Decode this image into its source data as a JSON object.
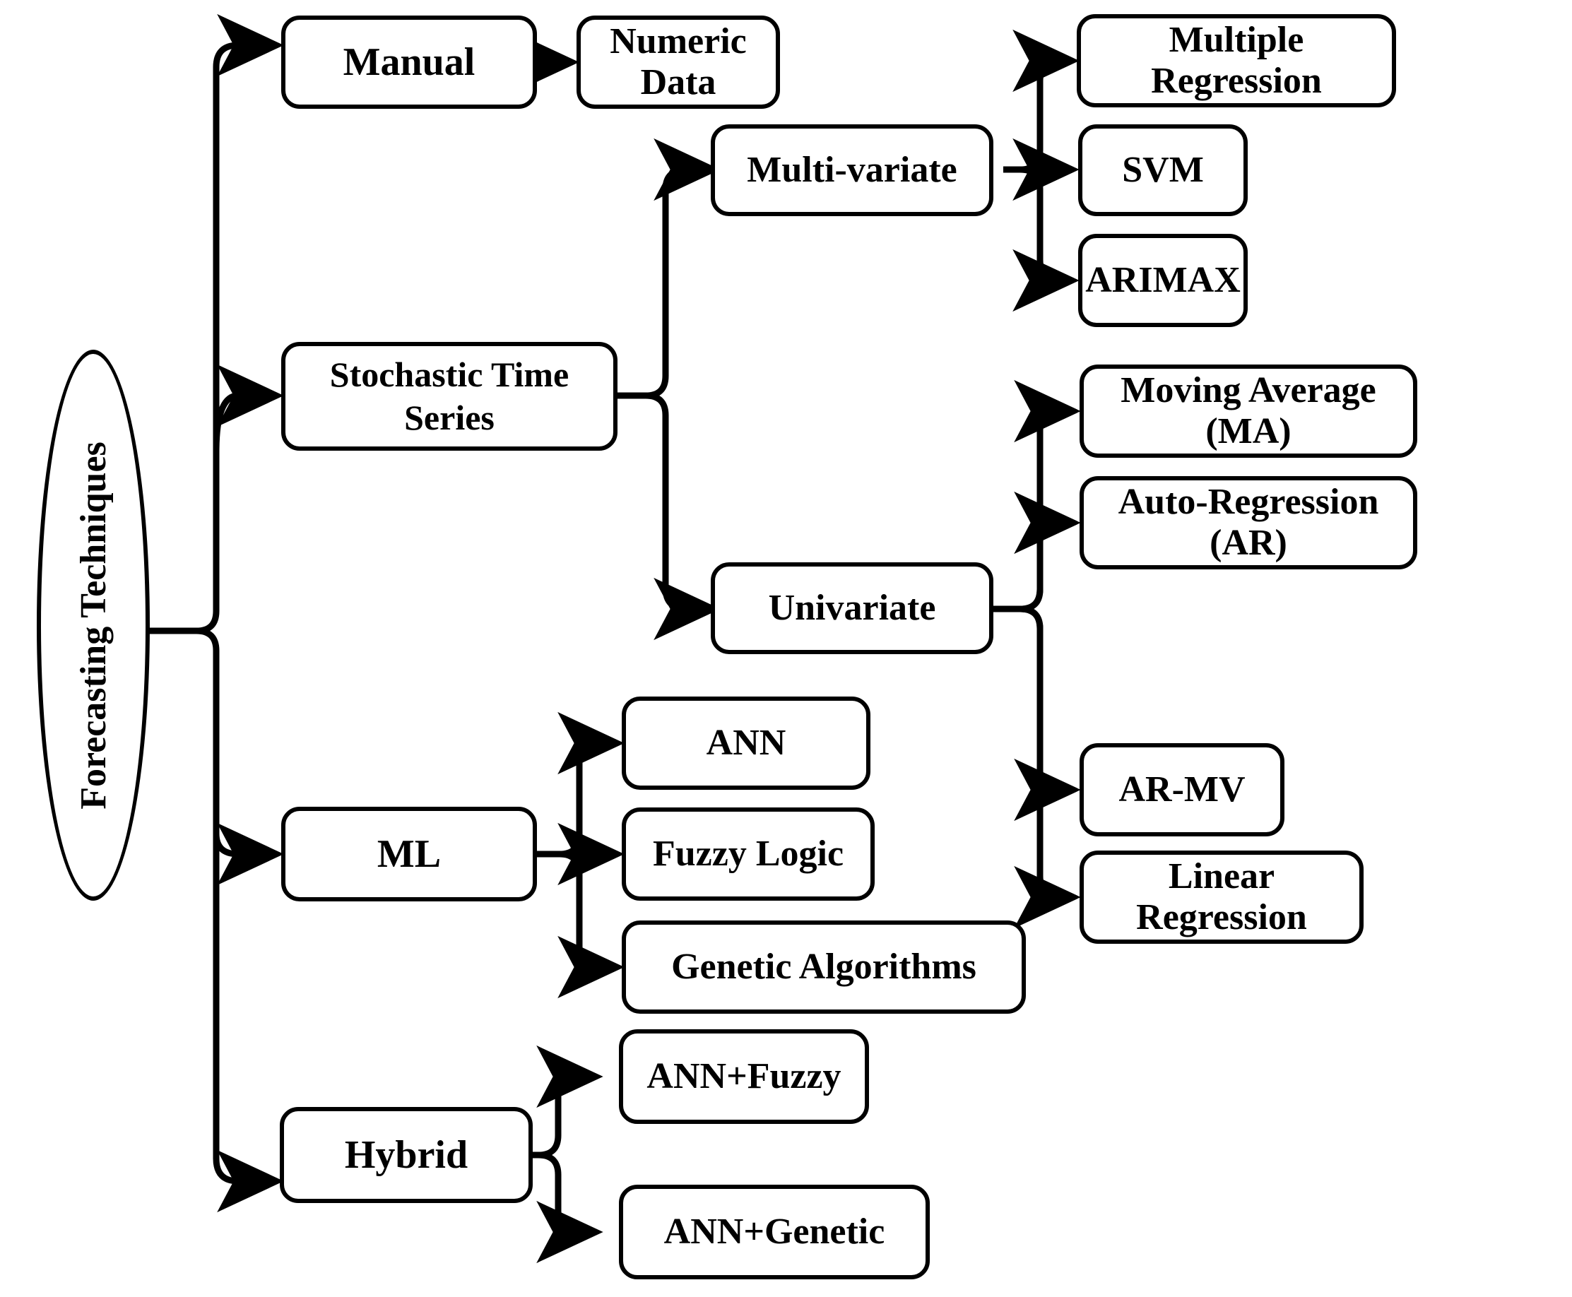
{
  "diagram": {
    "title": "Forecasting Techniques taxonomy",
    "root": {
      "label": "Forecasting Techniques"
    },
    "nodes": [
      {
        "id": "manual",
        "label": "Manual"
      },
      {
        "id": "numeric-data",
        "label": "Numeric Data"
      },
      {
        "id": "stochastic",
        "label": "Stochastic Time Series",
        "line1": "Stochastic Time",
        "line2": "Series"
      },
      {
        "id": "multi-variate",
        "label": "Multi-variate"
      },
      {
        "id": "multiple-regression",
        "label": "Multiple Regression"
      },
      {
        "id": "svm",
        "label": "SVM"
      },
      {
        "id": "arimax",
        "label": "ARIMAX"
      },
      {
        "id": "univariate",
        "label": "Univariate"
      },
      {
        "id": "moving-average",
        "label": "Moving Average (MA)"
      },
      {
        "id": "auto-regression",
        "label": "Auto-Regression (AR)"
      },
      {
        "id": "ar-mv",
        "label": "AR-MV"
      },
      {
        "id": "linear-regression",
        "label": "Linear Regression"
      },
      {
        "id": "ml",
        "label": "ML"
      },
      {
        "id": "ann",
        "label": "ANN"
      },
      {
        "id": "fuzzy-logic",
        "label": "Fuzzy Logic"
      },
      {
        "id": "genetic-algorithms",
        "label": "Genetic Algorithms"
      },
      {
        "id": "hybrid",
        "label": "Hybrid"
      },
      {
        "id": "ann-fuzzy",
        "label": "ANN+Fuzzy"
      },
      {
        "id": "ann-genetic",
        "label": "ANN+Genetic"
      }
    ],
    "edges": [
      {
        "from": "root",
        "to": "manual"
      },
      {
        "from": "manual",
        "to": "numeric-data"
      },
      {
        "from": "root",
        "to": "stochastic"
      },
      {
        "from": "root",
        "to": "ml"
      },
      {
        "from": "root",
        "to": "hybrid"
      },
      {
        "from": "stochastic",
        "to": "multi-variate"
      },
      {
        "from": "stochastic",
        "to": "univariate"
      },
      {
        "from": "multi-variate",
        "to": "multiple-regression"
      },
      {
        "from": "multi-variate",
        "to": "svm"
      },
      {
        "from": "multi-variate",
        "to": "arimax"
      },
      {
        "from": "univariate",
        "to": "moving-average"
      },
      {
        "from": "univariate",
        "to": "auto-regression"
      },
      {
        "from": "univariate",
        "to": "ar-mv"
      },
      {
        "from": "univariate",
        "to": "linear-regression"
      },
      {
        "from": "ml",
        "to": "ann"
      },
      {
        "from": "ml",
        "to": "fuzzy-logic"
      },
      {
        "from": "ml",
        "to": "genetic-algorithms"
      },
      {
        "from": "hybrid",
        "to": "ann-fuzzy"
      },
      {
        "from": "hybrid",
        "to": "ann-genetic"
      }
    ],
    "colors": {
      "stroke": "#000000",
      "fill": "#ffffff",
      "text": "#000000"
    }
  }
}
